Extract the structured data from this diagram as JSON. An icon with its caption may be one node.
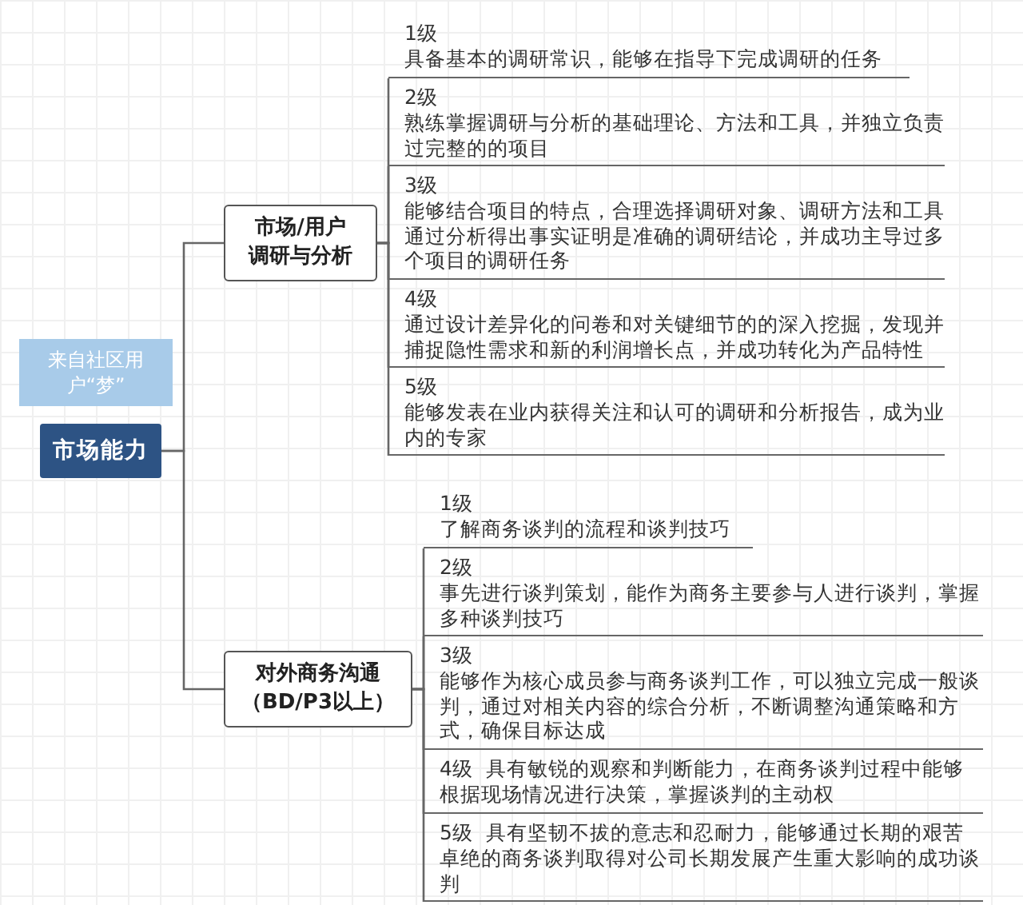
{
  "diagram": {
    "nodes": [
      {
        "text": [
          "市场能力"
        ]
      },
      {
        "text": [
          "来自社区用户“梦”"
        ]
      },
      {
        "text": [
          "市场/用户调研与分析"
        ]
      },
      {
        "text": [
          "1级",
          "具备基本的调研常识，能够在指导下完成调研的任务"
        ]
      },
      {
        "text": [
          "2级",
          "熟练掌握调研与分析的基础理论、方法和工具，并独立负责过完整的的项目"
        ]
      },
      {
        "text": [
          "3级",
          "能够结合项目的特点，合理选择调研对象、调研方法和工具通过分析得出事实证明是准确的调研结论，并成功主导过多个项目的调研任务"
        ]
      },
      {
        "text": [
          "4级",
          "通过设计差异化的问卷和对关键细节的的深入挖掘，发现并捕捉隐性需求和新的利润增长点，并成功转化为产品特性"
        ]
      },
      {
        "text": [
          "5级",
          "能够发表在业内获得关注和认可的调研和分析报告，成为业内的专家"
        ]
      },
      {
        "text": [
          "对外商务沟通（BD/P3以上）"
        ]
      },
      {
        "text": [
          "1级",
          "了解商务谈判的流程和谈判技巧"
        ]
      },
      {
        "text": [
          "2级",
          "事先进行谈判策划，能作为商务主要参与人进行谈判，掌握多种谈判技巧"
        ]
      },
      {
        "text": [
          "3级",
          "能够作为核心成员参与商务谈判工作，可以独立完成一般谈判，通过对相关内容的综合分析，不断调整沟通策略和方式，确保目标达成"
        ]
      },
      {
        "text": [
          "4级  具有敏锐的观察和判断能力，在商务谈判过程中能够根据现场情况进行决策，掌握谈判的主动权"
        ]
      },
      {
        "text": [
          "5级  具有坚韧不拔的意志和忍耐力，能够通过长期的艰苦卓绝的商务谈判取得对公司长期发展产生重大影响的成功谈判"
        ]
      }
    ],
    "edges": [
      {
        "from": 0,
        "to": 2,
        "arrow": "none"
      },
      {
        "from": 0,
        "to": 8,
        "arrow": "none"
      },
      {
        "from": 2,
        "to": 3,
        "arrow": "none"
      },
      {
        "from": 2,
        "to": 4,
        "arrow": "none"
      },
      {
        "from": 2,
        "to": 5,
        "arrow": "none"
      },
      {
        "from": 2,
        "to": 6,
        "arrow": "none"
      },
      {
        "from": 2,
        "to": 7,
        "arrow": "none"
      },
      {
        "from": 8,
        "to": 9,
        "arrow": "none"
      },
      {
        "from": 8,
        "to": 10,
        "arrow": "none"
      },
      {
        "from": 8,
        "to": 11,
        "arrow": "none"
      },
      {
        "from": 8,
        "to": 12,
        "arrow": "none"
      },
      {
        "from": 8,
        "to": 13,
        "arrow": "none"
      }
    ]
  }
}
